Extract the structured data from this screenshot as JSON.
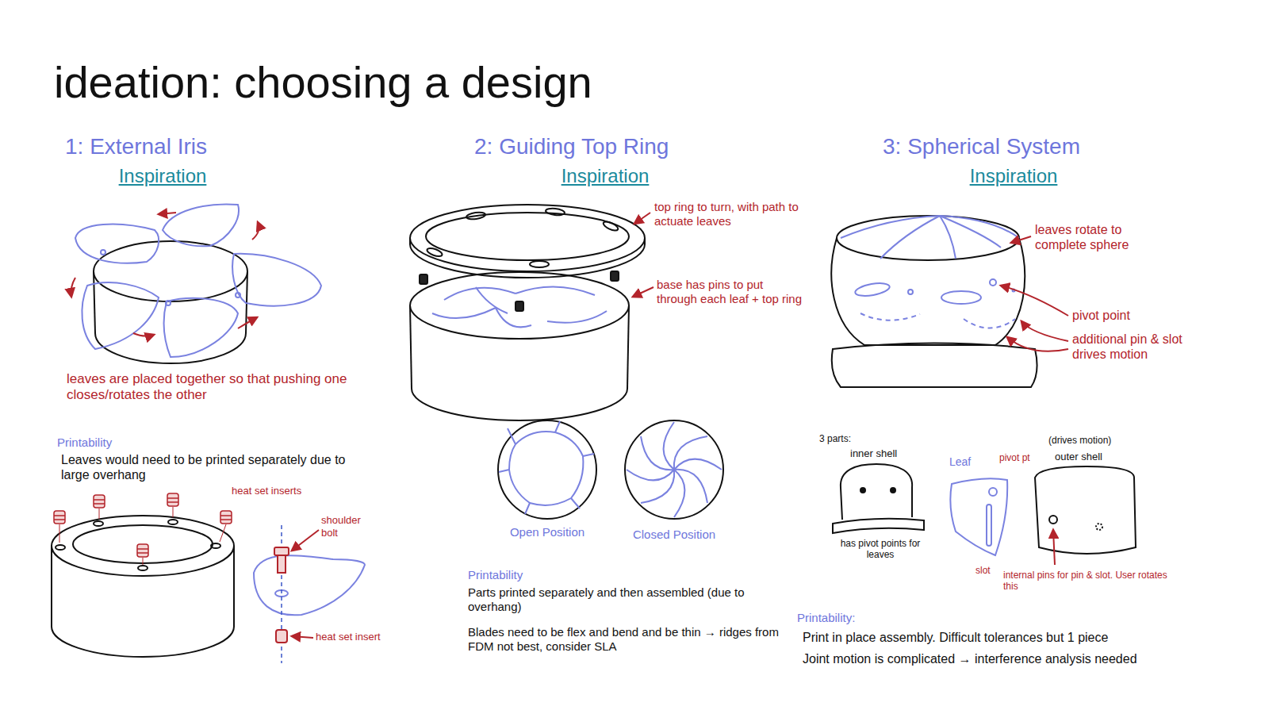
{
  "diagram": {
    "title": "ideation: choosing a design",
    "labels": [
      "1: External Iris",
      "Inspiration",
      "2: Guiding Top Ring",
      "Inspiration",
      "3: Spherical System",
      "Inspiration",
      "leaves are placed together so that pushing one closes/rotates the other",
      "Printability",
      "Leaves would need to be printed separately due to large overhang",
      "heat set inserts",
      "shoulder bolt",
      "heat set insert",
      "top ring to turn, with path to actuate leaves",
      "base has pins to put through each leaf + top ring",
      "Open Position",
      "Closed Position",
      "Printability",
      "Parts printed separately and then assembled (due to overhang)",
      "Blades need to be flex and bend and be thin → ridges from FDM not best, consider SLA",
      "leaves rotate to complete sphere",
      "pivot point",
      "additional pin & slot drives motion",
      "3 parts:",
      "inner shell",
      "has pivot points for leaves",
      "Leaf",
      "pivot pt",
      "slot",
      "(drives motion)",
      "outer shell",
      "internal pins for pin & slot. User rotates this",
      "Printability:",
      "Print in place assembly. Difficult tolerances but 1 piece",
      "Joint motion is complicated → interference analysis needed"
    ]
  }
}
